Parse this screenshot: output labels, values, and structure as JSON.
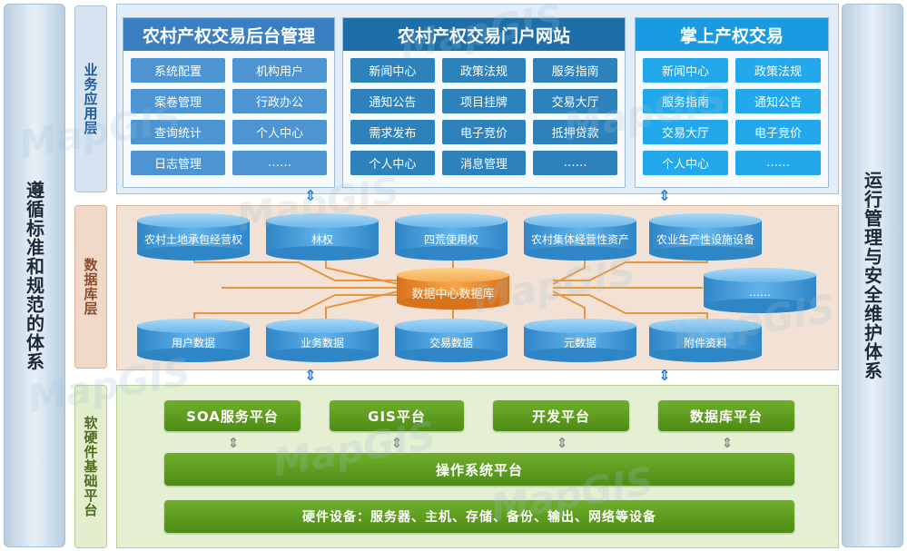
{
  "sides": {
    "left": "遵循标准和规范的体系",
    "right": "运行管理与安全维护体系"
  },
  "layers": {
    "app": "业务应用层",
    "db": "数据库层",
    "hw": "软硬件基础平台"
  },
  "panels": [
    {
      "title": "农村产权交易后台管理",
      "items": [
        "系统配置",
        "机构用户",
        "案卷管理",
        "行政办公",
        "查询统计",
        "个人中心",
        "日志管理",
        "……"
      ]
    },
    {
      "title": "农村产权交易门户网站",
      "items": [
        "新闻中心",
        "政策法规",
        "服务指南",
        "通知公告",
        "项目挂牌",
        "交易大厅",
        "需求发布",
        "电子竞价",
        "抵押贷款",
        "个人中心",
        "消息管理",
        "……"
      ]
    },
    {
      "title": "掌上产权交易",
      "items": [
        "新闻中心",
        "政策法规",
        "服务指南",
        "通知公告",
        "交易大厅",
        "电子竞价",
        "个人中心",
        "……"
      ]
    }
  ],
  "database": {
    "center": "数据中心数据库",
    "top": [
      "农村土地承包经营权",
      "林权",
      "四荒使用权",
      "农村集体经营性资产",
      "农业生产性设施设备"
    ],
    "bottom": [
      "用户数据",
      "业务数据",
      "交易数据",
      "元数据",
      "附件资料"
    ],
    "extra": "……"
  },
  "platforms": {
    "top": [
      "SOA服务平台",
      "GIS平台",
      "开发平台",
      "数据库平台"
    ],
    "os": "操作系统平台",
    "hardware": "硬件设备：服务器、主机、存储、备份、输出、网络等设备"
  },
  "watermark": "MapGIS",
  "colors": {
    "app_bg": "#e3edf7",
    "db_bg": "#f2e2d5",
    "hw_bg": "#e5f0d3",
    "cylinder": "#3d9ad8",
    "center_cylinder": "#e88a2e",
    "green": "#5f9e22"
  }
}
